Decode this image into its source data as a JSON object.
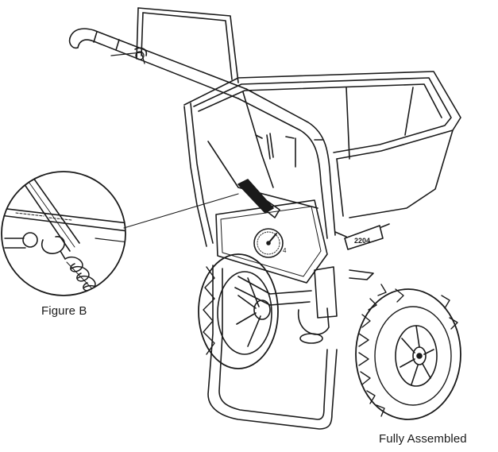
{
  "figure_b_caption": "Figure B",
  "fully_assembled_caption": "Fully Assembled",
  "dial_mark": "4",
  "model_plate": "2204",
  "line_color": "#1a1a1a",
  "background_color": "#ffffff"
}
